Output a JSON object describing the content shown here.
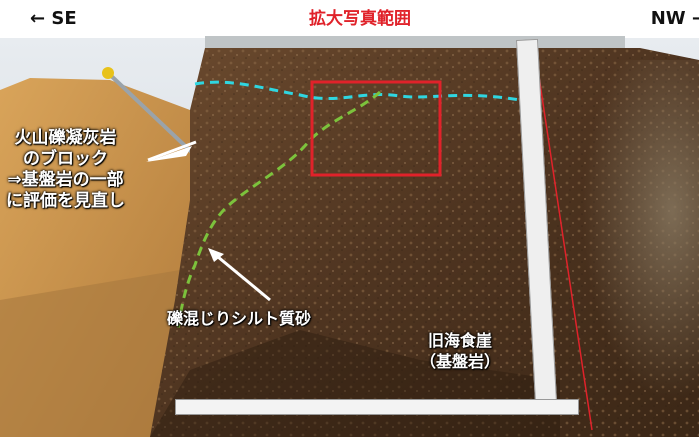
{
  "header": {
    "direction_left": "← SE",
    "direction_right": "NW →",
    "zoom_area_title": "拡大写真範囲"
  },
  "annotations": {
    "volcanic_block_lines": [
      "火山礫凝灰岩",
      "のブロック",
      "⇒基盤岩の一部",
      "に評価を見直し"
    ],
    "silt_label": "礫混じりシルト質砂",
    "cliff_lines": [
      "旧海食崖",
      "（基盤岩）"
    ]
  },
  "colors": {
    "zoom_box": "#e0222a",
    "upper_boundary_line": "#2fd6e0",
    "lower_boundary_line": "#7cc23c",
    "rock": "#5a3a22",
    "trench_soil": "#c8924a"
  }
}
